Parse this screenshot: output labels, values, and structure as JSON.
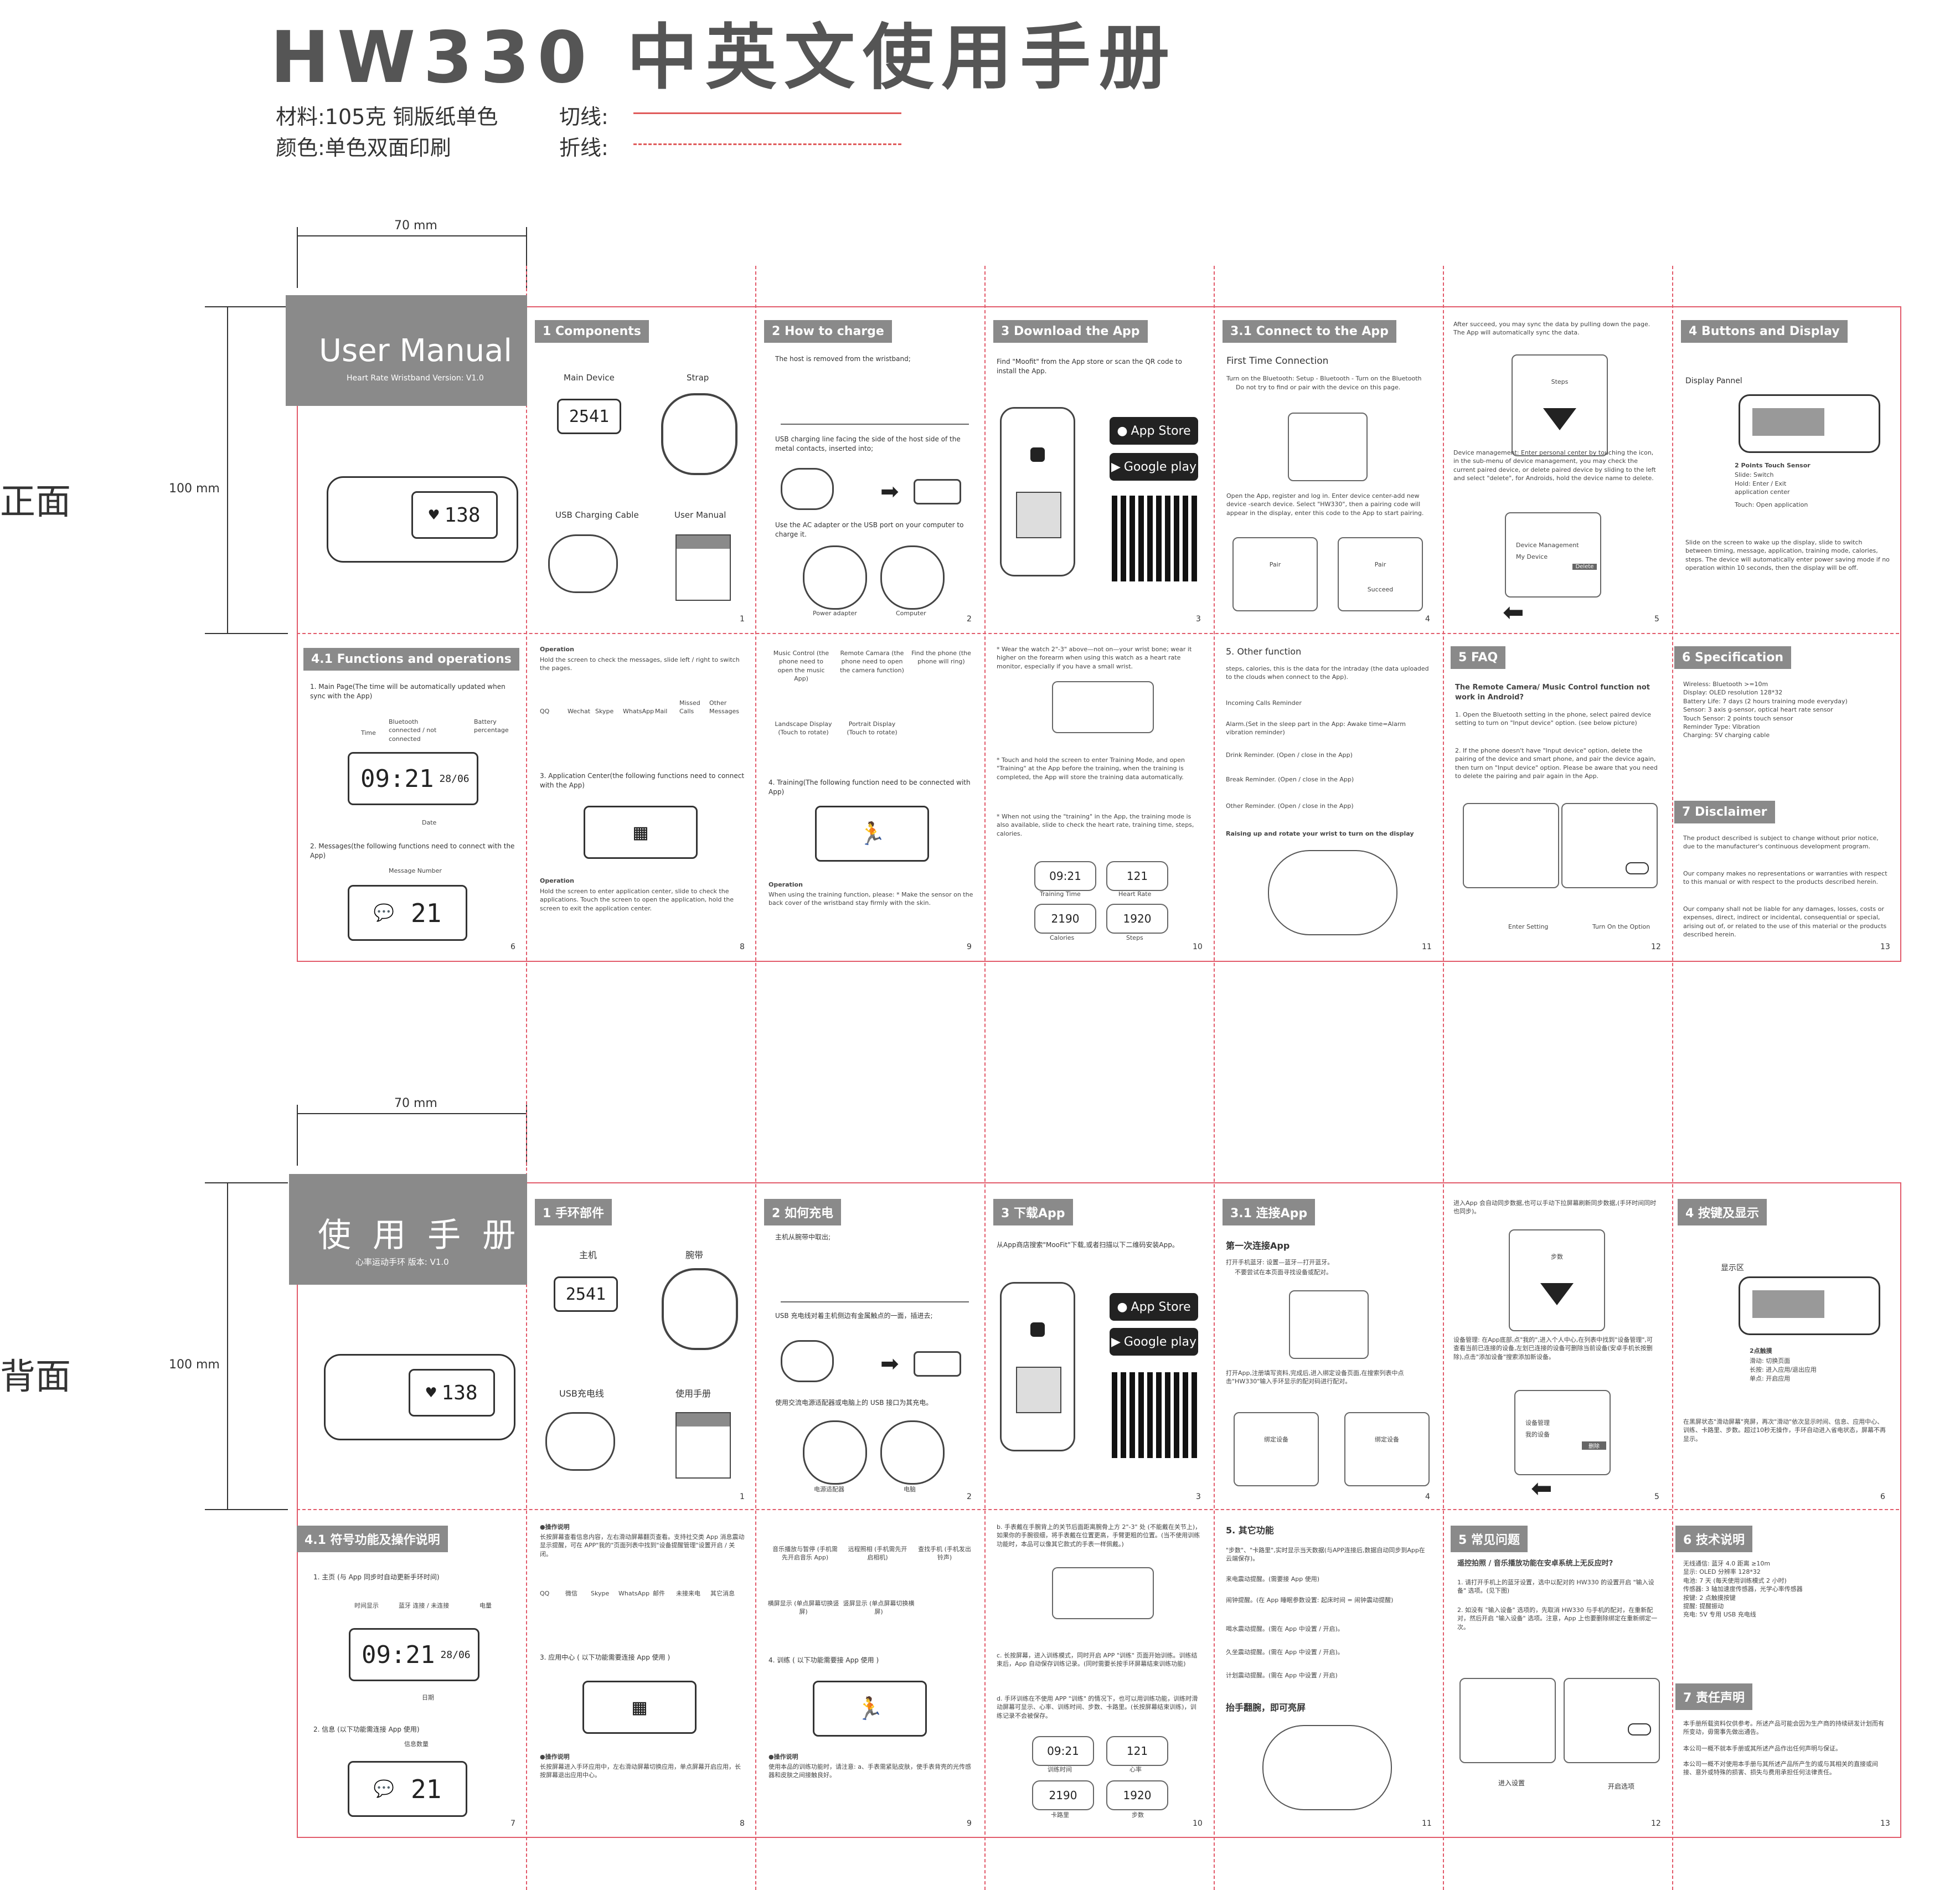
{
  "doc": {
    "title": "HW330 中英文使用手册",
    "material": "材料:105克 铜版纸单色",
    "color": "颜色:单色双面印刷",
    "cut_label": "切线:",
    "fold_label": "折线:"
  },
  "labels": {
    "front": "正面",
    "back": "背面",
    "width": "70 mm",
    "height": "100 mm"
  },
  "front": {
    "cover": {
      "title": "User Manual",
      "subtitle": "Heart Rate Wristband     Version: V1.0",
      "screen": "138"
    },
    "panels": [
      {
        "tab": "1 Components",
        "num": "1",
        "items": [
          "Main Device",
          "Strap",
          "USB Charging Cable",
          "User Manual"
        ],
        "screen": "2541"
      },
      {
        "tab": "2 How to charge",
        "num": "2",
        "steps": [
          "The host is removed from the wristband;",
          "USB charging line facing the side of the host side of the metal contacts, inserted into;",
          "Use the AC adapter or the USB port on your computer to charge it."
        ],
        "captions": [
          "Power adapter",
          "Computer"
        ]
      },
      {
        "tab": "3 Download the App",
        "num": "3",
        "text": "Find \"Moofit\" from the App store or scan the QR code to install the App.",
        "store1": "App Store",
        "store2": "Google play"
      },
      {
        "tab": "3.1 Connect to the App",
        "num": "4",
        "heading": "First Time Connection",
        "steps": [
          "Turn on the Bluetooth: Setup - Bluetooth - Turn on the Bluetooth",
          "Do not try to find or pair with the device on this page.",
          "Open the App, register and log in. Enter device center-add new device -search device. Select \"HW330\", then a pairing code will appear in the display, enter this code to the App to start pairing."
        ],
        "pair": "Pair",
        "succeed": "Succeed"
      },
      {
        "tab": "",
        "num": "5",
        "steps": [
          "After succeed, you may sync the data by pulling down the page. The App will automatically sync the data.",
          "Device management: Enter personal center by touching the icon, in the sub-menu of device management, you may check the current paired device, or delete paired device by sliding to the left and select \"delete\", for Androids, hold the device name to delete."
        ],
        "steps_label": "Steps",
        "device_mgmt": "Device Management",
        "my_device": "My Device",
        "delete": "Delete"
      },
      {
        "tab": "4 Buttons and Display",
        "num": "",
        "display": "Display Pannel",
        "sensor": "2 Points Touch Sensor",
        "sensor_lines": [
          "Slide: Switch",
          "Hold: Enter / Exit application center",
          "Touch: Open application"
        ],
        "text": "Slide on the screen to wake up the display, slide to switch between timing, message, application, training mode, calories, steps. The device will automatically enter power saving mode if no operation within 10 seconds, then the display will be off."
      }
    ],
    "panels2": [
      {
        "tab": "4.1 Functions and operations",
        "num": "6",
        "main_page": "1. Main Page(The time will be automatically updated when sync with the App)",
        "time_label": "Time",
        "bt_label": "Bluetooth connected / not connected",
        "battery_label": "Battery percentage",
        "date_label": "Date",
        "time_value": "09:21",
        "date_value": "28/06",
        "messages": "2. Messages(the following functions need to connect with the App)",
        "msg_number": "Message Number",
        "msg_value": "21"
      },
      {
        "tab": "",
        "num": "8",
        "op1": "Operation",
        "op1_text": "Hold the screen to check the messages, slide left / right to switch the pages.",
        "apps": [
          "QQ",
          "Wechat",
          "Skype",
          "WhatsApp",
          "Mail",
          "Missed Calls",
          "Other Messages"
        ],
        "app_center": "3. Application Center(the following functions need to connect with the App)",
        "op2": "Operation",
        "op2_text": "Hold the screen to enter application center, slide to check the applications. Touch the screen to open the application, hold the screen to exit the application center."
      },
      {
        "tab": "",
        "num": "9",
        "funcs": [
          "Music Control (the phone need to open the music App)",
          "Remote Camara (the phone need to open the camera function)",
          "Find the phone (the phone will ring)",
          "Landscape Display (Touch to rotate)",
          "Portrait Display (Touch to rotate)"
        ],
        "training": "4. Training(The following function need to be connected with App)",
        "op": "Operation",
        "op_text": "When using the training function, please: * Make the sensor on the back cover of the wristband stay firmly with the skin."
      },
      {
        "tab": "",
        "num": "10",
        "text1": "* Wear the watch 2\"-3\" above—not on—your wrist bone; wear it higher on the forearm when using this watch as a heart rate monitor, especially if you have a small wrist.",
        "text2": "* Touch and hold the screen to enter Training Mode, and open \"Training\" at the App before the training, when the training is completed, the App will store the training data automatically.",
        "text3": "* When not using the \"training\" in the App, the training mode is also available, slide to check the heart rate, training time, steps, calories.",
        "tiles": [
          {
            "v": "09:21",
            "l": "Training Time"
          },
          {
            "v": "121",
            "l": "Heart Rate"
          },
          {
            "v": "2190",
            "l": "Calories"
          },
          {
            "v": "1920",
            "l": "Steps"
          }
        ]
      },
      {
        "tab": "",
        "num": "11",
        "heading": "5. Other function",
        "lines": [
          "steps, calories, this is the data for the intraday (the data uploaded to the clouds when connect to the App).",
          "Incoming Calls Reminder",
          "Alarm.(Set in the sleep part in the App: Awake time=Alarm vibration reminder)",
          "Drink Reminder. (Open / close in the App)",
          "Break Reminder. (Open / close in the App)",
          "Other Reminder. (Open / close in the App)"
        ],
        "raise": "Raising up and rotate your wrist to turn on the display"
      },
      {
        "tab": "5 FAQ",
        "num": "12",
        "q": "The Remote Camera/ Music Control function not work in Android?",
        "a1": "1. Open the Bluetooth setting in the phone, select paired device setting to turn on \"Input device\" option. (see below picture)",
        "a2": "2. If the phone doesn't have \"Input device\" option, delete the pairing of the device and smart phone, and pair the device again, then turn on \"Input device\" option. Please be aware that you need to delete the pairing and pair again in the App.",
        "enter": "Enter Setting",
        "turn_on": "Turn On the Option"
      },
      {
        "tab": "6 Specification",
        "num": "13",
        "specs": [
          "Wireless: Bluetooth >=10m",
          "Display: OLED resolution 128*32",
          "Battery Life: 7 days (2 hours training mode everyday)",
          "Sensor: 3 axis g-sensor, optical heart rate sensor",
          "Touch Sensor: 2 points touch sensor",
          "Reminder Type: Vibration",
          "Charging: 5V charging cable"
        ],
        "tab2": "7 Disclaimer",
        "disc": [
          "The product described is subject to change without prior notice, due to the manufacturer's continuous development program.",
          "Our company makes no representations or warranties with respect to this manual or with respect to the products described herein.",
          "Our company shall not be liable for any damages, losses, costs or expenses, direct, indirect or incidental, consequential or special, arising out of, or related to the use of this material or the products described herein."
        ]
      }
    ]
  },
  "back": {
    "cover": {
      "title": "使 用 手 册",
      "subtitle": "心率运动手环   版本: V1.0",
      "screen": "138"
    },
    "panels": [
      {
        "tab": "1 手环部件",
        "num": "1",
        "items": [
          "主机",
          "腕带",
          "USB充电线",
          "使用手册"
        ],
        "screen": "2541"
      },
      {
        "tab": "2 如何充电",
        "num": "2",
        "steps": [
          "主机从腕带中取出;",
          "USB 充电线对着主机侧边有金属触点的一面，插进去;",
          "使用交流电源适配器或电脑上的 USB 接口为其充电。"
        ],
        "captions": [
          "电源适配器",
          "电脑"
        ]
      },
      {
        "tab": "3 下载App",
        "num": "3",
        "text": "从App商店搜索\"MooFit\"下载,或者扫描以下二维码安装App。",
        "store1": "App Store",
        "store2": "Google play"
      },
      {
        "tab": "3.1 连接App",
        "num": "4",
        "heading": "第一次连接App",
        "steps": [
          "打开手机蓝牙: 设置—蓝牙—打开蓝牙。",
          "不要尝试在本页面寻找设备或配对。",
          "打开App,注册填写资料,完成后,进入绑定设备页面,在搜索列表中点击\"HW330\"输入手环显示的配对码进行配对。"
        ],
        "pair": "绑定设备"
      },
      {
        "tab": "",
        "num": "5",
        "steps": [
          "进入App 会自动同步数据,也可以手动下拉屏幕刷新同步数据,(手环时间同时也同步)。",
          "设备管理: 在App底部,点\"我的\",进入个人中心,在列表中找到\"设备管理\",可查看当前已连接的设备,左划已连接的设备可删除当前设备(安卓手机长按删除),点击\"添加设备\"搜索添加新设备。"
        ],
        "steps_label": "步数",
        "device_mgmt": "设备管理",
        "my_device": "我的设备",
        "delete": "删除"
      },
      {
        "tab": "4 按键及显示",
        "num": "6",
        "display": "显示区",
        "sensor": "2点触摸",
        "sensor_lines": [
          "滑动: 切换页面",
          "长按: 进入应用/退出应用",
          "单点: 开启应用"
        ],
        "text": "在黑屏状态\"滑动屏幕\"亮屏，再次\"滑动\"依次显示时间、信息、应用中心、训练、卡路里、步数。超过10秒无操作，手环自动进入省电状态，屏幕不再显示。"
      }
    ],
    "panels2": [
      {
        "tab": "4.1 符号功能及操作说明",
        "num": "7",
        "main_page": "1. 主页 (与 App 同步时自动更新手环时间)",
        "time_label": "时间显示",
        "bt_label": "蓝牙 连接 / 未连接",
        "battery_label": "电量",
        "date_label": "日期",
        "time_value": "09:21",
        "date_value": "28/06",
        "messages": "2. 信息 (以下功能需连接 App 使用)",
        "msg_number": "信息数量",
        "msg_value": "21"
      },
      {
        "tab": "",
        "num": "8",
        "op1": "●操作说明",
        "op1_text": "长按屏幕查看信息内容，左右滑动屏幕翻页查看。支持社交类 App 消息震动显示提醒，可在 APP\"我的\"页面列表中找到\"设备提醒管理\"设置开启 / 关闭。",
        "apps": [
          "QQ",
          "微信",
          "Skype",
          "WhatsApp",
          "邮件",
          "未接来电",
          "其它消息"
        ],
        "app_center": "3. 应用中心 ( 以下功能需要连接 App 使用 )",
        "op2": "●操作说明",
        "op2_text": "长按屏幕进入手环应用中，左右滑动屏幕切换应用，单点屏幕开启应用，长按屏幕退出应用中心。"
      },
      {
        "tab": "",
        "num": "9",
        "funcs": [
          "音乐播放与暂停 (手机需先开启音乐 App)",
          "远程照相 (手机需先开启相机)",
          "查找手机 (手机发出铃声)",
          "横屏显示 (单点屏幕切换竖屏)",
          "竖屏显示 (单点屏幕切换横屏)"
        ],
        "training": "4. 训练 ( 以下功能需要接 App 使用 )",
        "op": "●操作说明",
        "op_text": "使用本品的训练功能时，请注意: a、手表需紧贴皮肤，使手表背壳的光传感器和皮肤之间接触良好。"
      },
      {
        "tab": "",
        "num": "10",
        "text1": "b. 手表戴在手腕背上的关节后面距离腕骨上方 2\"-3\" 处 (不能戴在关节上)，如果你的手腕很细，将手表戴在位置更高，手臂更粗的位置。(当不使用训练功能时，本品可以像其它款式的手表一样佩戴。)",
        "text2": "c. 长按屏幕，进入训练模式，同时开启 APP \"训练\" 页面开始训练。训练结束后，App 自动保存训练记录。(同时需要长按手环屏幕结束训练功能)",
        "text3": "d. 手环训练在不使用 APP \"训练\" 的情况下，也可以用训练功能，训练时滑动屏幕可显示、心率、训练时间、步数、卡路里。(长按屏幕结束训练)，训练记录不会被保存。",
        "tiles": [
          {
            "v": "09:21",
            "l": "训练时间"
          },
          {
            "v": "121",
            "l": "心率"
          },
          {
            "v": "2190",
            "l": "卡路里"
          },
          {
            "v": "1920",
            "l": "步数"
          }
        ]
      },
      {
        "tab": "",
        "num": "11",
        "heading": "5. 其它功能",
        "lines": [
          "\"步数\"、\"卡路里\",实时显示当天数据(与APP连接后,数据自动同步到App在云端保存)。",
          "来电震动提醒。(需要接 App 使用)",
          "闹钟提醒。(在 App 睡眠参数设置: 起床时间 = 闹钟震动提醒)",
          "喝水震动提醒。(需在 App 中设置 / 开启)。",
          "久坐震动提醒。(需在 App 中设置 / 开启)。",
          "计划震动提醒。(需在 App 中设置 / 开启)"
        ],
        "raise": "抬手翻腕，即可亮屏"
      },
      {
        "tab": "5 常见问题",
        "num": "12",
        "q": "遥控拍照 / 音乐播放功能在安卓系统上无反应时?",
        "a1": "1. 请打开手机上的蓝牙设置，选中以配对的 HW330 的设置开启 \"输入设备\" 选项。(见下图)",
        "a2": "2. 如没有 \"输入设备\" 选项的，先取消 HW330 与手机的配对，在重新配对，然后开启 \"输入设备\" 选项。注意，App 上也要删除绑定在重新绑定一次。",
        "enter": "进入设置",
        "turn_on": "开启选项"
      },
      {
        "tab": "6 技术说明",
        "num": "13",
        "specs": [
          "无线通信: 蓝牙 4.0  距离 ≥10m",
          "显示: OLED 分辨率 128*32",
          "电池: 7 天 (每天使用训练模式 2 小时)",
          "传感器: 3 轴加速度传感器，光学心率传感器",
          "按键: 2 点触摸按键",
          "提醒: 提醒振动",
          "充电: 5V 专用 USB 充电线"
        ],
        "tab2": "7 责任声明",
        "disc": [
          "本手册所载资料仅供参考。所述产品可能会因为生产商的持续研发计划而有所变动，毋需事先做出通告。",
          "本公司一概不就本手册或其所述产品作出任何声明与保证。",
          "本公司一概不对使用本手册与其所述产品所产生的或与其相关的直接或间接、意外或特殊的损害、损失与费用承担任何法律责任。"
        ]
      }
    ]
  }
}
